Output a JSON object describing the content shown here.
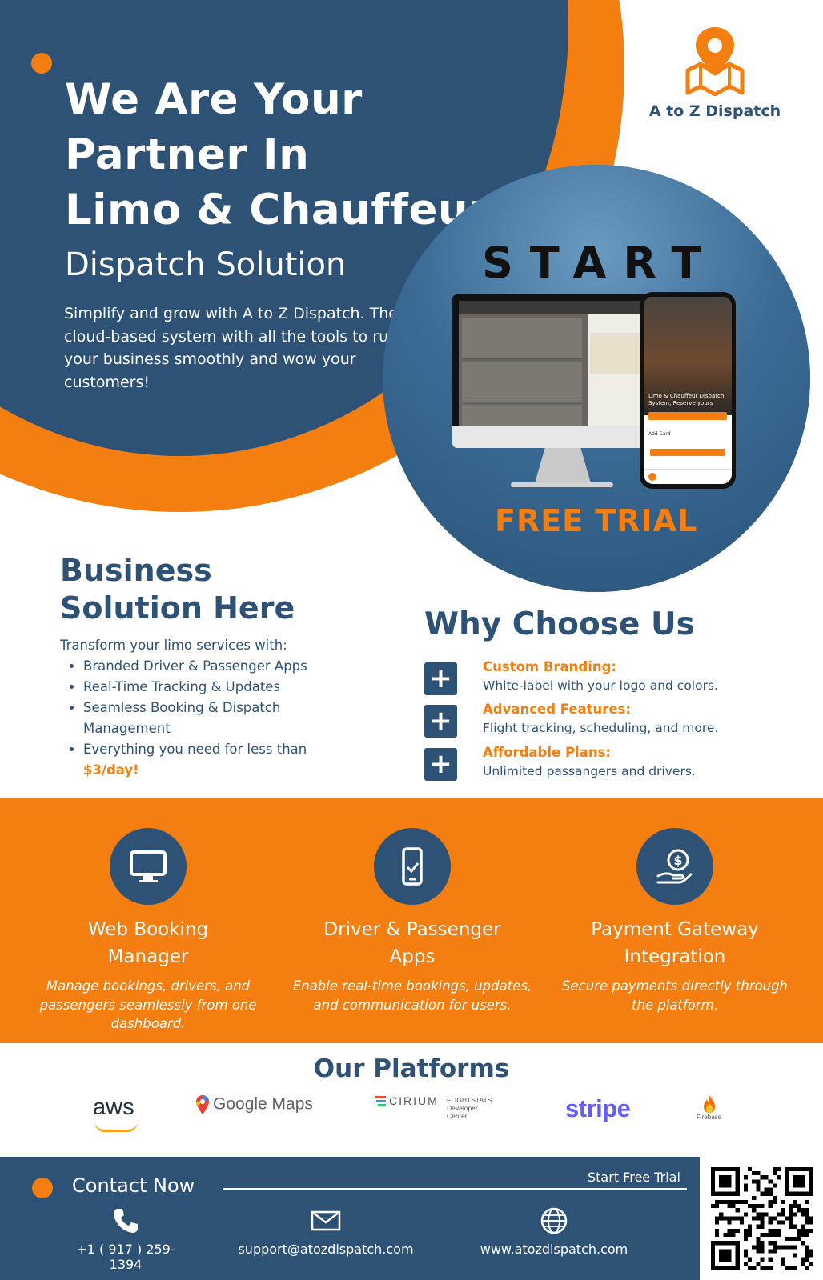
{
  "brand": {
    "name": "A to Z Dispatch",
    "orange": "#f47e0f",
    "navy": "#2d5276"
  },
  "hero": {
    "title_line1": "We Are Your",
    "title_line2": "Partner In",
    "title_line3": "Limo & Chauffeur",
    "title_line4": "Dispatch Solution",
    "description": "Simplify and grow with A to Z Dispatch. The cloud-based system with all the tools to run your business smoothly and wow your customers!",
    "start": "START",
    "free_trial": "FREE TRIAL",
    "phone_caption": "Limo & Chauffeur Dispatch System, Reserve yours",
    "phone_card": "Add Card"
  },
  "business": {
    "title_line1": "Business",
    "title_line2": "Solution Here",
    "intro": "Transform your limo services with:",
    "items": [
      "Branded Driver & Passenger Apps",
      "Real-Time Tracking & Updates",
      "Seamless Booking & Dispatch Management",
      "Everything you need for less than"
    ],
    "price": "$3/day!"
  },
  "why": {
    "title": "Why Choose Us",
    "items": [
      {
        "heading": "Custom Branding:",
        "text": "White-label with your logo and colors."
      },
      {
        "heading": "Advanced Features:",
        "text": "Flight tracking, scheduling, and more."
      },
      {
        "heading": "Affordable Plans:",
        "text": "Unlimited passangers and drivers."
      }
    ]
  },
  "features": [
    {
      "icon": "monitor-icon",
      "title_line1": "Web Booking",
      "title_line2": "Manager",
      "text": "Manage bookings, drivers, and passengers seamlessly from one dashboard."
    },
    {
      "icon": "smartphone-check-icon",
      "title_line1": "Driver & Passenger",
      "title_line2": "Apps",
      "text": "Enable real-time bookings, updates, and communication for users."
    },
    {
      "icon": "hand-dollar-icon",
      "title_line1": "Payment Gateway",
      "title_line2": "Integration",
      "text": "Secure payments directly through the platform."
    }
  ],
  "platforms": {
    "title": "Our Platforms",
    "aws": "aws",
    "google_maps": "Google Maps",
    "cirium": "CIRIUM",
    "cirium_sub1": "FLIGHTSTATS",
    "cirium_sub2": "Developer Center",
    "stripe": "stripe",
    "firebase": "Firebase"
  },
  "contact": {
    "title": "Contact Now",
    "cta": "Start Free Trial",
    "phone": "+1 ( 917 ) 259-1394",
    "email": "support@atozdispatch.com",
    "website": "www.atozdispatch.com"
  }
}
